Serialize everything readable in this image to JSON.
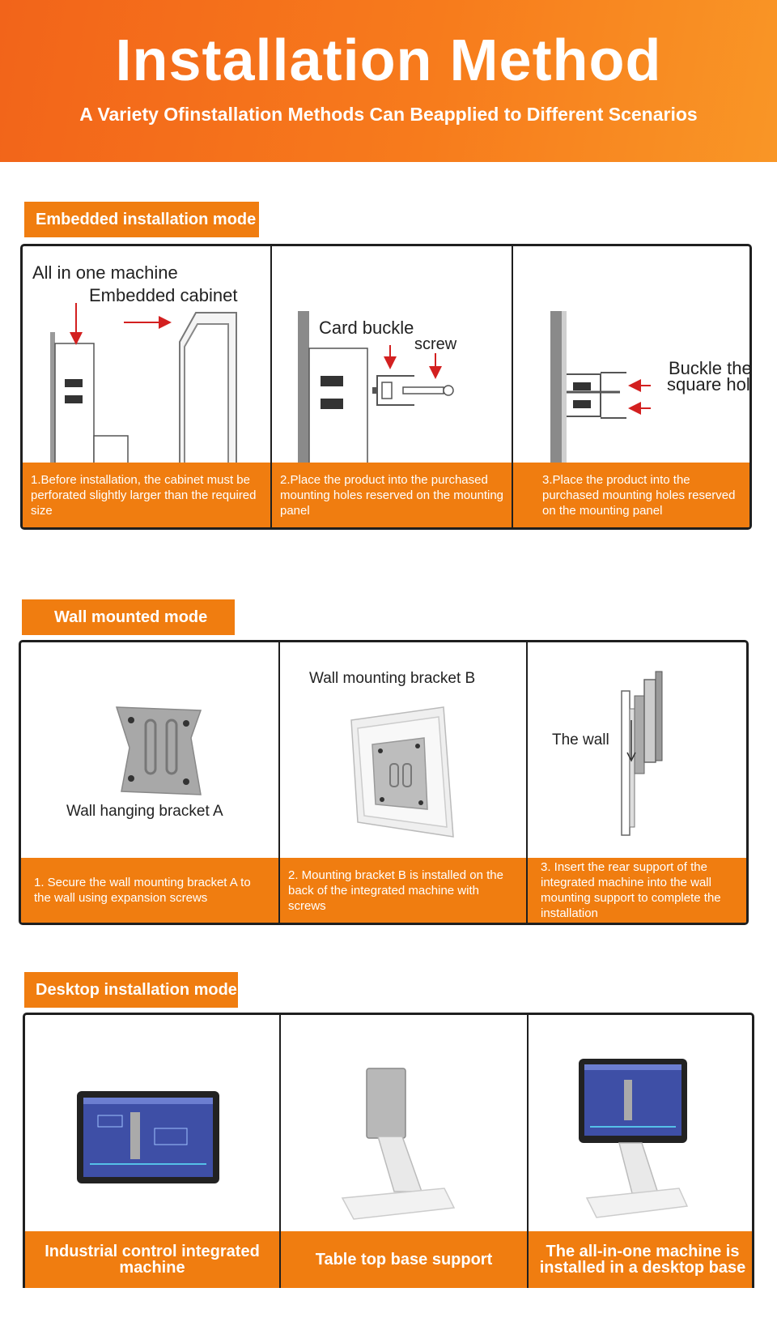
{
  "header": {
    "title": "Installation Method",
    "subtitle": "A Variety Ofinstallation Methods Can Beapplied to Different Scenarios"
  },
  "embedded": {
    "label": "Embedded installation mode",
    "cells": [
      {
        "labels": [
          "All in one machine",
          "Embedded cabinet"
        ],
        "caption": "1.Before installation, the cabinet must be perforated slightly larger than the required size"
      },
      {
        "labels": [
          "Card buckle",
          "screw"
        ],
        "caption": "2.Place the product into the purchased mounting holes reserved on the mounting panel"
      },
      {
        "labels": [
          "Buckle the",
          "square hole"
        ],
        "caption": "3.Place the product into the purchased mounting holes reserved on the mounting panel"
      }
    ]
  },
  "wall": {
    "label": "Wall mounted mode",
    "cells": [
      {
        "labels": [
          "Wall hanging bracket A"
        ],
        "caption": "1. Secure the wall mounting bracket A to the wall using expansion screws"
      },
      {
        "labels": [
          "Wall mounting bracket B"
        ],
        "caption": "2. Mounting bracket B is installed on the back of the integrated machine with screws"
      },
      {
        "labels": [
          "The wall"
        ],
        "caption": "3. Insert the rear support of the integrated machine into the wall mounting support to complete the installation"
      }
    ]
  },
  "desktop": {
    "label": "Desktop installation mode",
    "cells": [
      {
        "caption": "Industrial control integrated machine"
      },
      {
        "caption": "Table top base support"
      },
      {
        "caption": "The all-in-one machine is installed in a desktop base"
      }
    ]
  },
  "colors": {
    "accent": "#f07d10",
    "banner": "#f47020",
    "border": "#1f1f1f"
  }
}
